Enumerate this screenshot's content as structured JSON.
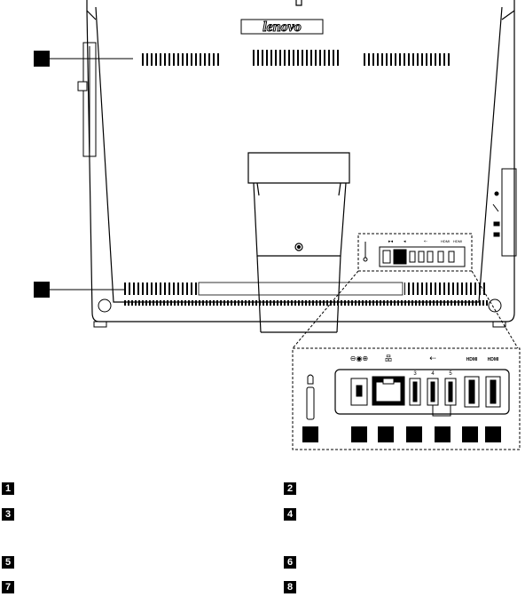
{
  "brand": {
    "logo_text": "lenovo"
  },
  "port_symbols": {
    "dc_in": "⊖◉⊕",
    "ethernet": "品",
    "usb": "⇠",
    "hdmi_out": "HDMI",
    "hdmi_in": "HDMI"
  },
  "usb_port_numbers": [
    "3",
    "4",
    "5"
  ],
  "legend": [
    {
      "num": "1"
    },
    {
      "num": "2"
    },
    {
      "num": "3"
    },
    {
      "num": "4"
    },
    {
      "num": "5"
    },
    {
      "num": "6"
    },
    {
      "num": "7"
    },
    {
      "num": "8"
    }
  ]
}
